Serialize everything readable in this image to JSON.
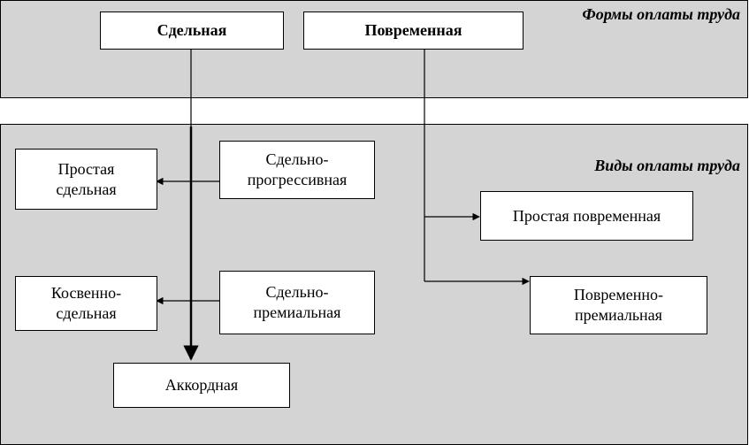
{
  "forms": {
    "title": "Формы оплаты труда",
    "piece": "Сдельная",
    "time": "Повременная"
  },
  "types": {
    "title": "Виды оплаты труда",
    "simple_piece": "Простая\nсдельная",
    "piece_progressive": "Сдельно-\nпрогрессивная",
    "indirect_piece": "Косвенно-\nсдельная",
    "piece_bonus": "Сдельно-\nпремиальная",
    "lump_sum": "Аккордная",
    "simple_time": "Простая повременная",
    "time_bonus": "Повременно-\nпремиальная"
  }
}
